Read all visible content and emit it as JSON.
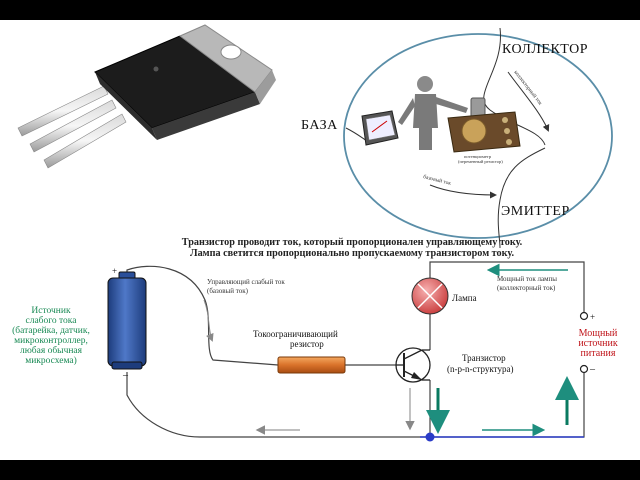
{
  "analogy": {
    "collector": "КОЛЛЕКТОР",
    "base": "БАЗА",
    "emitter": "ЭМИТТЕР",
    "collector_current": "коллекторный ток",
    "base_current": "базовый ток",
    "pot_caption_1": "потенциометр",
    "pot_caption_2": "(переменный резистор)"
  },
  "circuit": {
    "caption_line1": "Транзистор проводит ток, который пропорционален управляющему току.",
    "caption_line2": "Лампа светится пропорционально пропускаемому транзистором току.",
    "source_lines": [
      "Источник",
      "слабого тока",
      "(батарейка, датчик,",
      "микроконтроллер,",
      "любая обычная",
      "микросхема)"
    ],
    "control_current_lines": [
      "Управляющий слабый ток",
      "(базовый ток)"
    ],
    "lamp_current_lines": [
      "Мощный ток лампы",
      "(коллекторный ток)"
    ],
    "lamp_label": "Лампа",
    "resistor_lines": [
      "Токоограничивающий",
      "резистор"
    ],
    "transistor_lines": [
      "Транзистор",
      "(n-p-n-структура)"
    ],
    "power_lines": [
      "Мощный",
      "источник",
      "питания"
    ],
    "plus": "+",
    "minus": "–"
  },
  "colors": {
    "source_text": "#1a8a55",
    "power_text": "#c0151b",
    "arrow_teal": "#1e8e7e",
    "arrow_green": "#0a7a60",
    "battery": "#2a4f9a",
    "lamp": "#c83a3a",
    "resistor": "#d9722a",
    "node": "#2a3cc8"
  },
  "icons": [
    "transistor-photo",
    "meter-icon",
    "person-icon",
    "potentiometer-icon",
    "battery-icon",
    "lamp-icon",
    "resistor-icon",
    "transistor-symbol-icon"
  ]
}
